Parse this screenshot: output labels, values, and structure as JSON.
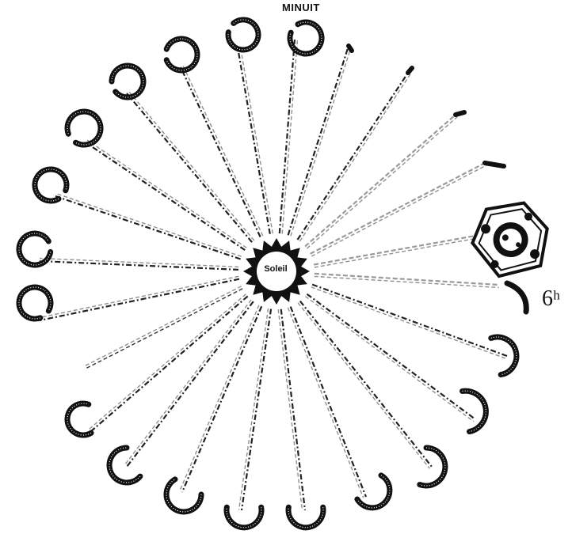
{
  "labels": {
    "midnight": "MINUIT",
    "sun": "Soleil",
    "hour": "6ʰ"
  },
  "colors": {
    "ink": "#111111",
    "grey_ray": "#9a9a9a",
    "background": "#ffffff"
  },
  "icons": {
    "sun": "sun-icon",
    "position_loop": "loop-icon",
    "stalk_hook": "hook-icon",
    "highlighted_flower": "flower-icon"
  }
}
